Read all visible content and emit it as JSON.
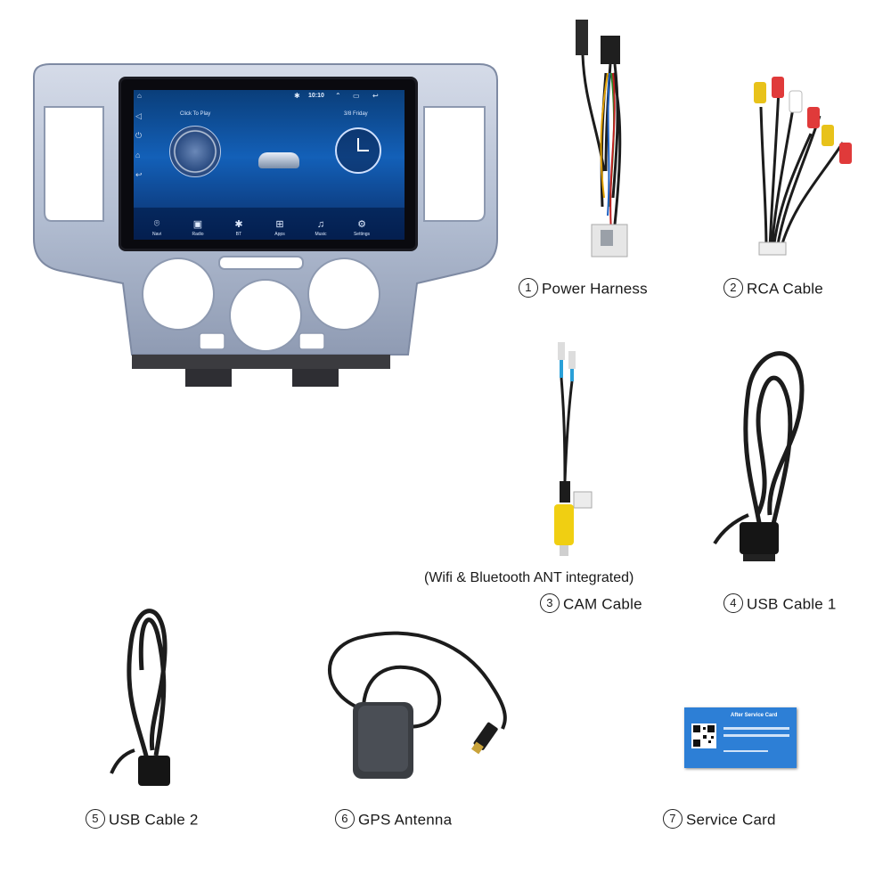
{
  "head_unit": {
    "status_time": "10:10",
    "widgets": {
      "music_label": "Click To Play",
      "date_label": "3/8 Friday"
    },
    "dock": [
      {
        "label": "Navi",
        "icon": "location-pin-icon"
      },
      {
        "label": "Radio",
        "icon": "radio-icon"
      },
      {
        "label": "BT",
        "icon": "bluetooth-icon"
      },
      {
        "label": "Apps",
        "icon": "apps-grid-icon"
      },
      {
        "label": "Music",
        "icon": "music-note-icon"
      },
      {
        "label": "Settings",
        "icon": "gear-icon"
      }
    ]
  },
  "accessories": [
    {
      "number": "1",
      "name": "Power Harness"
    },
    {
      "number": "2",
      "name": "RCA Cable"
    },
    {
      "number": "3",
      "name": "CAM Cable"
    },
    {
      "number": "4",
      "name": "USB Cable 1"
    },
    {
      "number": "5",
      "name": "USB Cable 2"
    },
    {
      "number": "6",
      "name": "GPS Antenna"
    },
    {
      "number": "7",
      "name": "Service Card"
    }
  ],
  "note": "(Wifi & Bluetooth ANT integrated)",
  "service_card": {
    "title": "After Service Card"
  },
  "colors": {
    "panel_silver": "#b9c3d6",
    "screen_blue": "#1360b8",
    "card_blue": "#2d7fd6",
    "cable_black": "#1c1c1c"
  }
}
